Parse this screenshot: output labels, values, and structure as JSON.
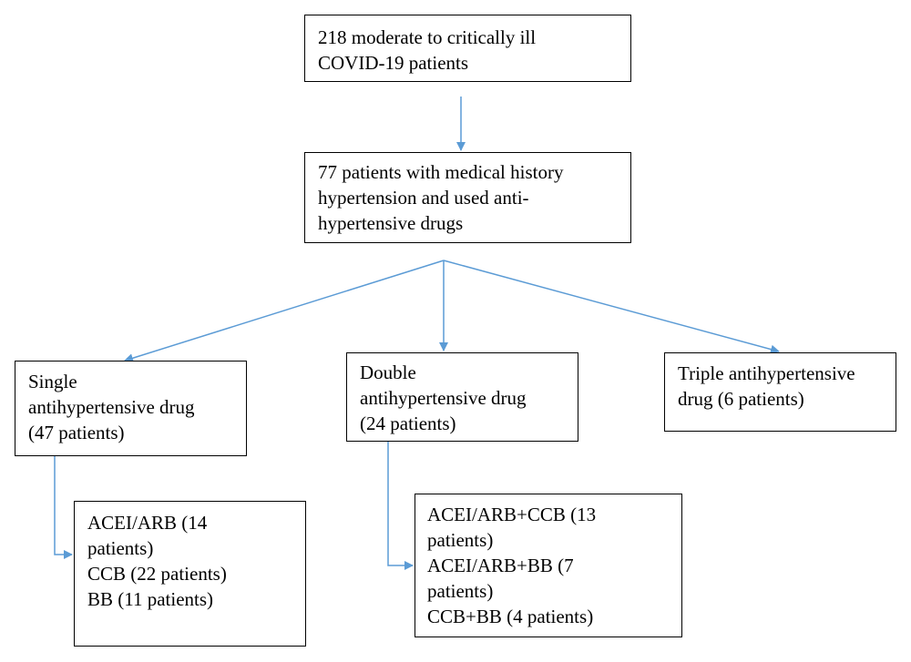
{
  "colors": {
    "box_border": "#000000",
    "arrow": "#5b9bd5",
    "text": "#000000",
    "background": "#ffffff"
  },
  "boxes": {
    "total": {
      "lines": [
        "218 moderate to critically ill",
        "COVID-19 patients"
      ]
    },
    "hypertension": {
      "lines": [
        "77 patients with medical history",
        "hypertension and used anti-",
        "hypertensive drugs"
      ]
    },
    "single": {
      "lines": [
        "Single",
        "antihypertensive drug",
        "(47 patients)"
      ]
    },
    "double": {
      "lines": [
        "Double",
        "antihypertensive drug",
        "(24 patients)"
      ]
    },
    "triple": {
      "lines": [
        "Triple antihypertensive",
        "drug (6 patients)"
      ]
    },
    "single_detail": {
      "lines": [
        "ACEI/ARB (14",
        "patients)",
        "CCB (22 patients)",
        "BB (11 patients)"
      ]
    },
    "double_detail": {
      "lines": [
        "ACEI/ARB+CCB (13",
        "patients)",
        "ACEI/ARB+BB (7",
        "patients)",
        "CCB+BB (4 patients)"
      ]
    }
  }
}
